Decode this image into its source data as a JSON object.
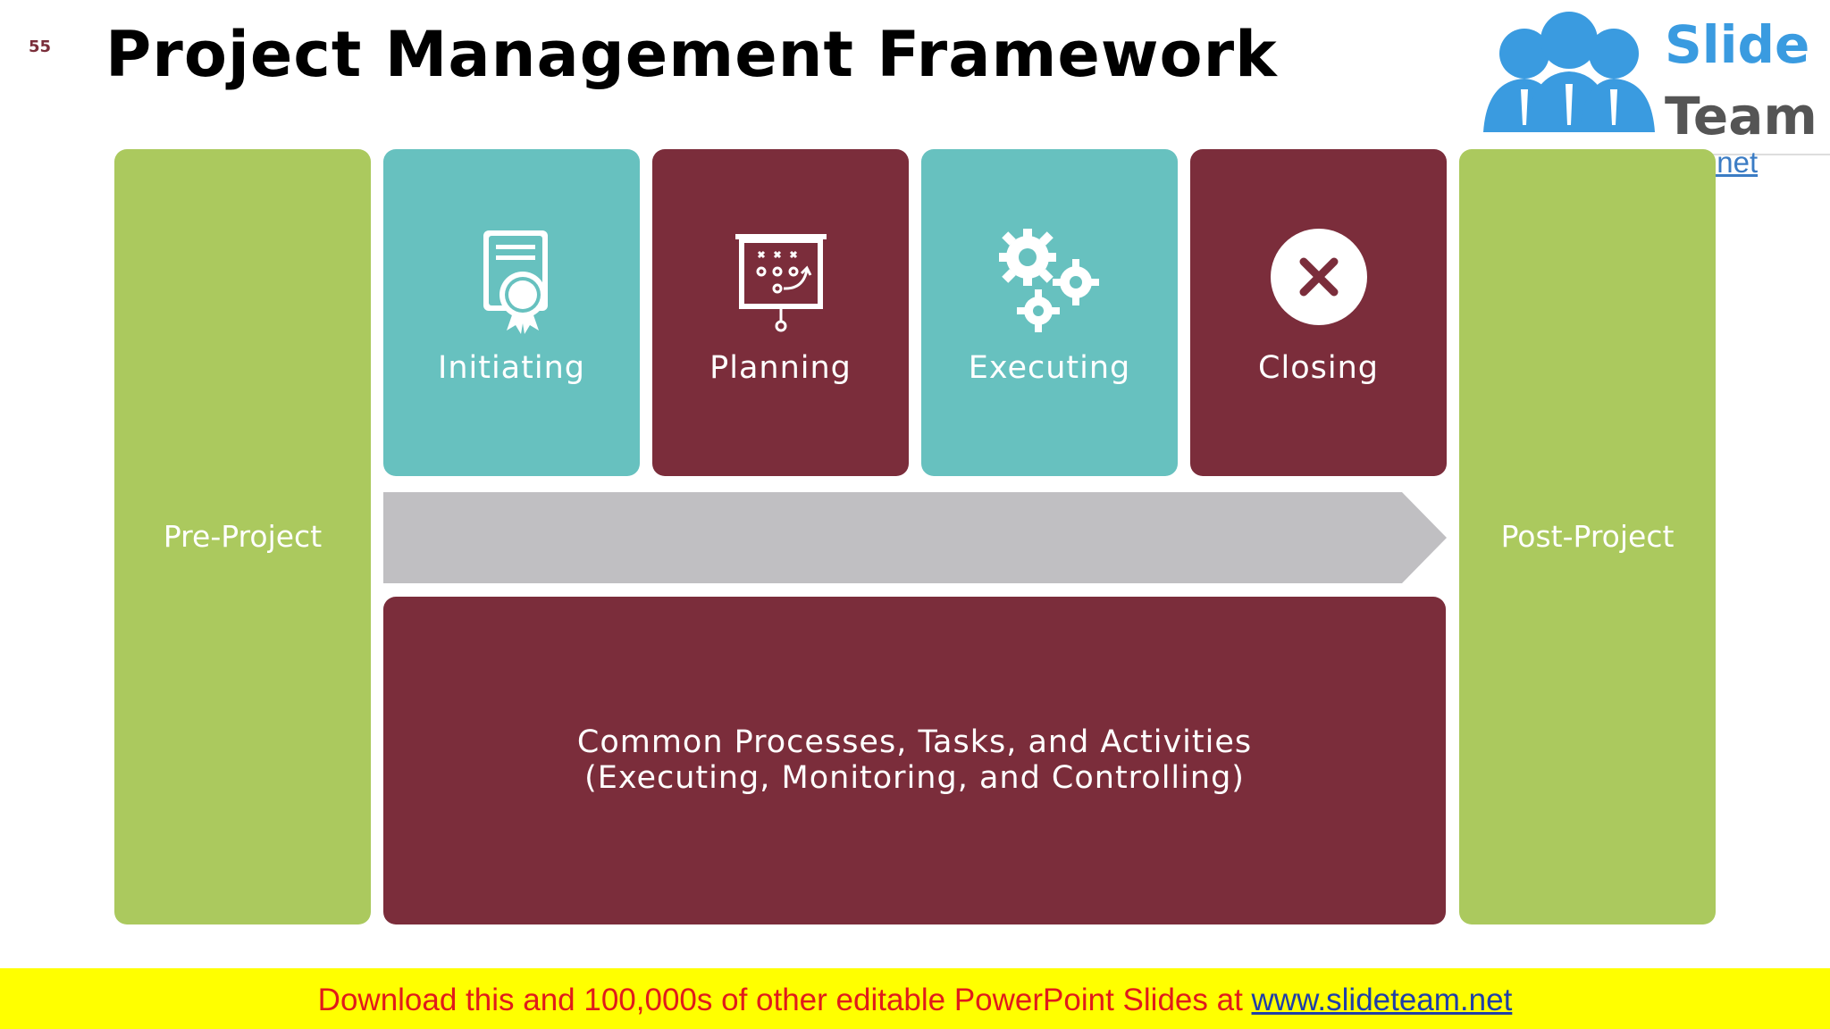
{
  "slide_number": "55",
  "title": "Project Management Framework",
  "logo": {
    "line1": "Slide",
    "line2": "Team",
    "url": "www.slideteam.net"
  },
  "pre_project": "Pre-Project",
  "post_project": "Post-Project",
  "phases": [
    {
      "label": "Initiating",
      "icon": "certificate-icon",
      "color": "#67c1bf"
    },
    {
      "label": "Planning",
      "icon": "strategy-board-icon",
      "color": "#7b2d3b"
    },
    {
      "label": "Executing",
      "icon": "gears-icon",
      "color": "#67c1bf"
    },
    {
      "label": "Closing",
      "icon": "close-circle-icon",
      "color": "#7b2d3b"
    }
  ],
  "common": {
    "line1": "Common Processes, Tasks, and Activities",
    "line2": "(Executing, Monitoring, and Controlling)"
  },
  "footer": {
    "text": "Download this and 100,000s of other editable PowerPoint Slides at ",
    "link": "www.slideteam.net"
  },
  "colors": {
    "green": "#abc95e",
    "teal": "#67c1bf",
    "maroon": "#7b2d3b",
    "arrow": "#c0bfc2",
    "footer_bg": "#ffff00",
    "footer_text": "#e01b1b"
  }
}
